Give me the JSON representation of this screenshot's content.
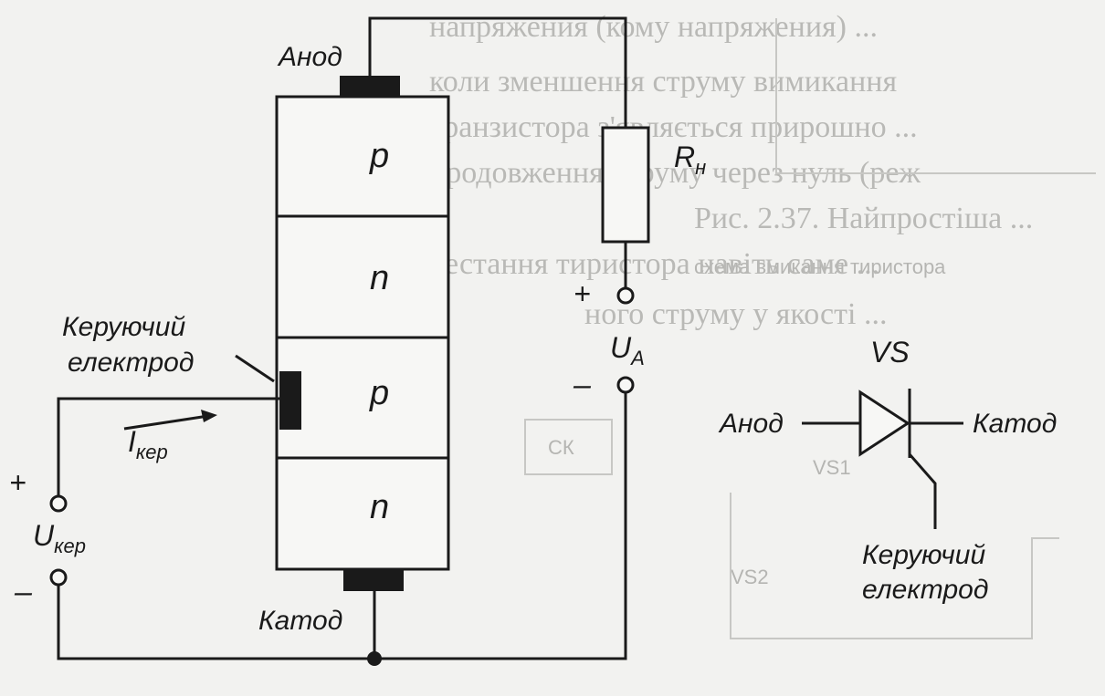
{
  "background_text": [
    "напряжения (кому напряжения) ...",
    "коли зменшення струму вимикання",
    "транзистора з'являється прирошно ...",
    "продовження струму через нуль (реж",
    "Рис. 2.37. Найпростіша ...",
    "схема вмикання тиристора",
    "рестання тиристора навіть саме ...",
    "ного струму у якості ..."
  ],
  "background_labels": {
    "vs1": "VS1",
    "vs2": "VS2",
    "ck": "СК"
  },
  "structure": {
    "layers": [
      "p",
      "n",
      "p",
      "n"
    ]
  },
  "labels": {
    "anode_top": "Анод",
    "cathode_bottom": "Катод",
    "gate_line1": "Керуючий",
    "gate_line2": "електрод",
    "load_main": "R",
    "load_sub": "н",
    "ua_main": "U",
    "ua_sub": "A",
    "ua_plus": "+",
    "ua_minus": "–",
    "ukep_main": "U",
    "ukep_sub": "кер",
    "ukep_plus": "+",
    "ukep_minus": "–",
    "ikep_main": "I",
    "ikep_sub": "кер"
  },
  "symbol": {
    "title": "VS",
    "anode": "Анод",
    "cathode": "Катод",
    "gate_line1": "Керуючий",
    "gate_line2": "електрод"
  }
}
